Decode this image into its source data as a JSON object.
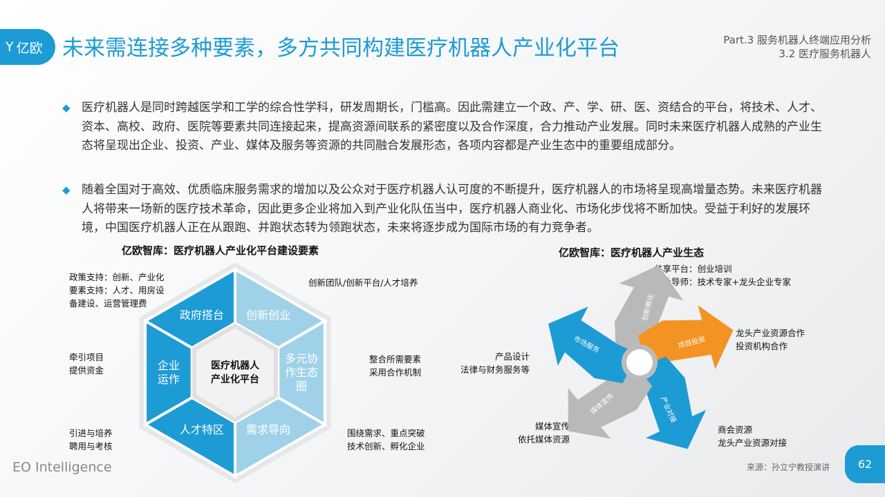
{
  "header": {
    "logo_text": "亿欧",
    "title": "未来需连接多种要素，多方共同构建医疗机器人产业化平台",
    "part": "Part.3 服务机器人终端应用分析",
    "section": "3.2 医疗服务机器人"
  },
  "bullets": [
    "医疗机器人是同时跨越医学和工学的综合性学科，研发周期长，门槛高。因此需建立一个政、产、学、研、医、资结合的平台，将技术、人才、资本、高校、政府、医院等要素共同连接起来，提高资源间联系的紧密度以及合作深度，合力推动产业发展。同时未来医疗机器人成熟的产业生态将呈现出企业、投资、产业、媒体及服务等资源的共同融合发展形态，各项内容都是产业生态中的重要组成部分。",
    "随着全国对于高效、优质临床服务需求的增加以及公众对于医疗机器人认可度的不断提升，医疗机器人的市场将呈现高增量态势。未来医疗机器人将带来一场新的医疗技术革命，因此更多企业将加入到产业化队伍当中，医疗机器人商业化、市场化步伐将不断加快。受益于利好的发展环境，中国医疗机器人正在从跟跑、并跑状态转为领跑状态，未来将逐步成为国际市场的有力竞争者。"
  ],
  "left_chart": {
    "title": "亿欧智库：医疗机器人产业化平台建设要素",
    "center": [
      "医疗机器人",
      "产业化平台"
    ],
    "segments": [
      {
        "label": "政府搭台",
        "desc": [
          "政策支持：创新、产业化",
          "要素支持：人才、用房设",
          "备建设、运营管理费"
        ]
      },
      {
        "label": "创新创业",
        "desc": [
          "创新团队/创新平台/人才培养"
        ]
      },
      {
        "label": "多元协作生态圈",
        "desc": [
          "整合所需要素",
          "采用合作机制"
        ]
      },
      {
        "label": "需求导向",
        "desc": [
          "围绕需求、重点突破",
          "技术创新、孵化企业"
        ]
      },
      {
        "label": "人才特区",
        "desc": [
          "引进与培养",
          "聘用与考核"
        ]
      },
      {
        "label": "企业运作",
        "desc": [
          "牵引项目",
          "提供资金"
        ]
      }
    ],
    "colors": {
      "dark": "#1d9bd4",
      "light": "#9fd2e8"
    }
  },
  "right_chart": {
    "title": "亿欧智库：医疗机器人产业生态",
    "arrows": [
      {
        "label": "创新孵化",
        "color": "#b9b9b9",
        "desc": [
          "共享平台：创业培训",
          "创业导师：技术专家+龙头企业专家"
        ]
      },
      {
        "label": "项目投资",
        "color": "#f39324",
        "desc": [
          "龙头产业资源合作",
          "投资机构合作"
        ]
      },
      {
        "label": "产业对接",
        "color": "#1d9bd4",
        "desc": [
          "商会资源",
          "龙头产业资源对接"
        ]
      },
      {
        "label": "媒体宣传",
        "color": "#b9b9b9",
        "desc": [
          "媒体宣传",
          "依托媒体资源"
        ]
      },
      {
        "label": "市场服务",
        "color": "#1d9bd4",
        "desc": [
          "产品设计",
          "法律与财务服务等"
        ]
      }
    ]
  },
  "footer": {
    "brand": "EO Intelligence",
    "source": "来源：孙立宁教授演讲",
    "page": "62"
  }
}
